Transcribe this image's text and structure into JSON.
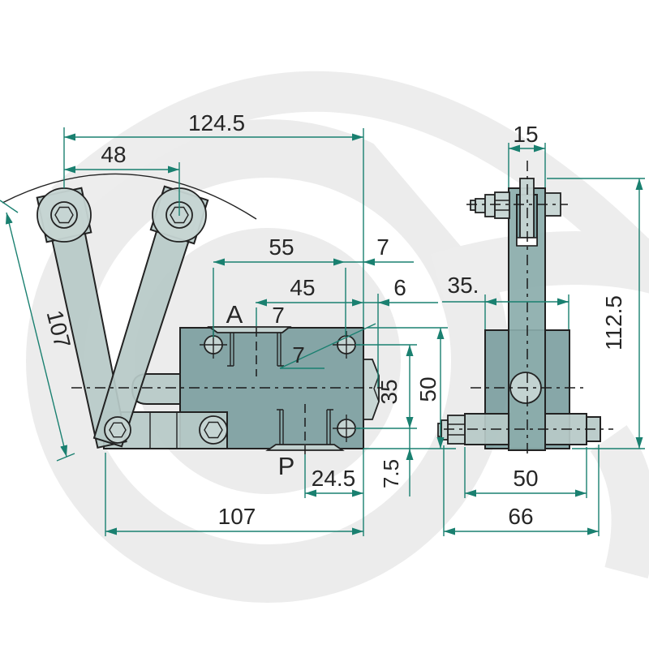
{
  "drawing": {
    "dims": {
      "d124_5": "124.5",
      "d48": "48",
      "d107_lever": "107",
      "d55": "55",
      "d7_edge": "7",
      "d45": "45",
      "d6": "6",
      "d7_port": "7",
      "d7_hole": "7",
      "d35_holes": "35",
      "d50_height": "50",
      "d7_5": "7.5",
      "d24_5": "24.5",
      "d107_base": "107",
      "d15": "15",
      "d35_side": "35.",
      "d112_5": "112.5",
      "d50_side": "50",
      "d66": "66"
    },
    "ports": {
      "a": "A",
      "p": "P"
    },
    "colors": {
      "dimension_green": "#1a8070",
      "outline": "#222222",
      "body_teal": "#7a9d9e",
      "light_teal": "#b7c9c7",
      "lighter_teal": "#c6d5d3",
      "watermark_gray": "#ececec",
      "text": "#262626"
    }
  }
}
